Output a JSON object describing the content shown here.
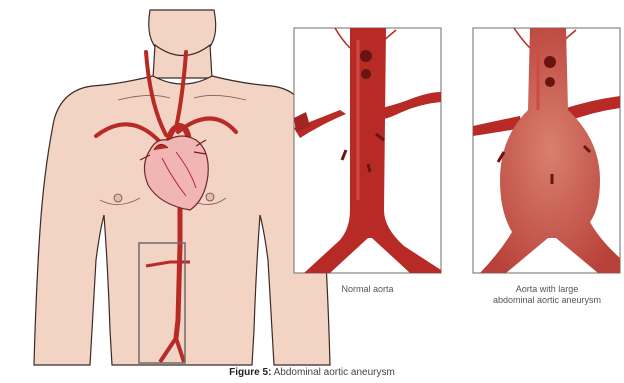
{
  "figure": {
    "caption_prefix": "Figure 5:",
    "caption_text": "Abdominal aortic aneurysm"
  },
  "panels": {
    "normal_label": "Normal aorta",
    "aneurysm_label_line1": "Aorta with large",
    "aneurysm_label_line2": "abdominal aortic aneurysm"
  },
  "colors": {
    "skin": "#f3d3c4",
    "skin_outline": "#3a2a25",
    "artery": "#b82a26",
    "artery_dark": "#8a1c1a",
    "aneurysm": "#c85a4f",
    "heart": "#f1b5b3",
    "frame": "#6c6c6c"
  }
}
